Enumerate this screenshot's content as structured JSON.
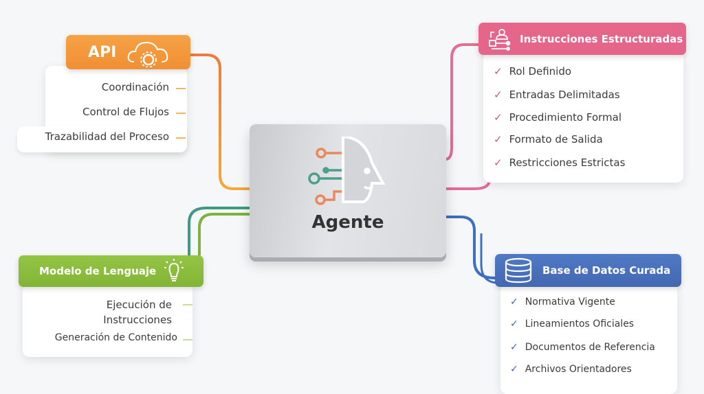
{
  "center": {
    "label": "Agente",
    "icon": "agent-head-circuit-icon"
  },
  "api": {
    "title": "API",
    "icon": "cloud-gear-icon",
    "color": "#f4993a",
    "items": [
      "Coordinación",
      "Control de Flujos",
      "Trazabilidad del Proceso"
    ]
  },
  "instrucciones": {
    "title": "Instrucciones Estructuradas",
    "icon": "user-flow-icon",
    "color": "#e5668a",
    "items": [
      "Rol Definido",
      "Entradas Delimitadas",
      "Procedimiento Formal",
      "Formato de Salida",
      "Restricciones Estrictas"
    ]
  },
  "modelo": {
    "title": "Modelo de Lenguaje",
    "icon": "lightbulb-icon",
    "color": "#8cbd3c",
    "items": [
      "Ejecución de Instrucciones",
      "Generación de Contenido"
    ]
  },
  "base": {
    "title": "Base de Datos Curada",
    "icon": "database-icon",
    "color": "#4a72bd",
    "items": [
      "Normativa Vigente",
      "Lineamientos Oficiales",
      "Documentos de Referencia",
      "Archivos Orientadores"
    ]
  }
}
